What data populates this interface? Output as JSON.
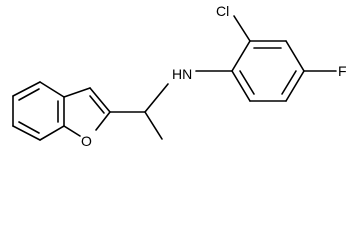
{
  "molecule": {
    "atoms": {
      "amine": "HN",
      "chlorine": "Cl",
      "fluorine": "F",
      "furan_oxygen": "O"
    }
  }
}
